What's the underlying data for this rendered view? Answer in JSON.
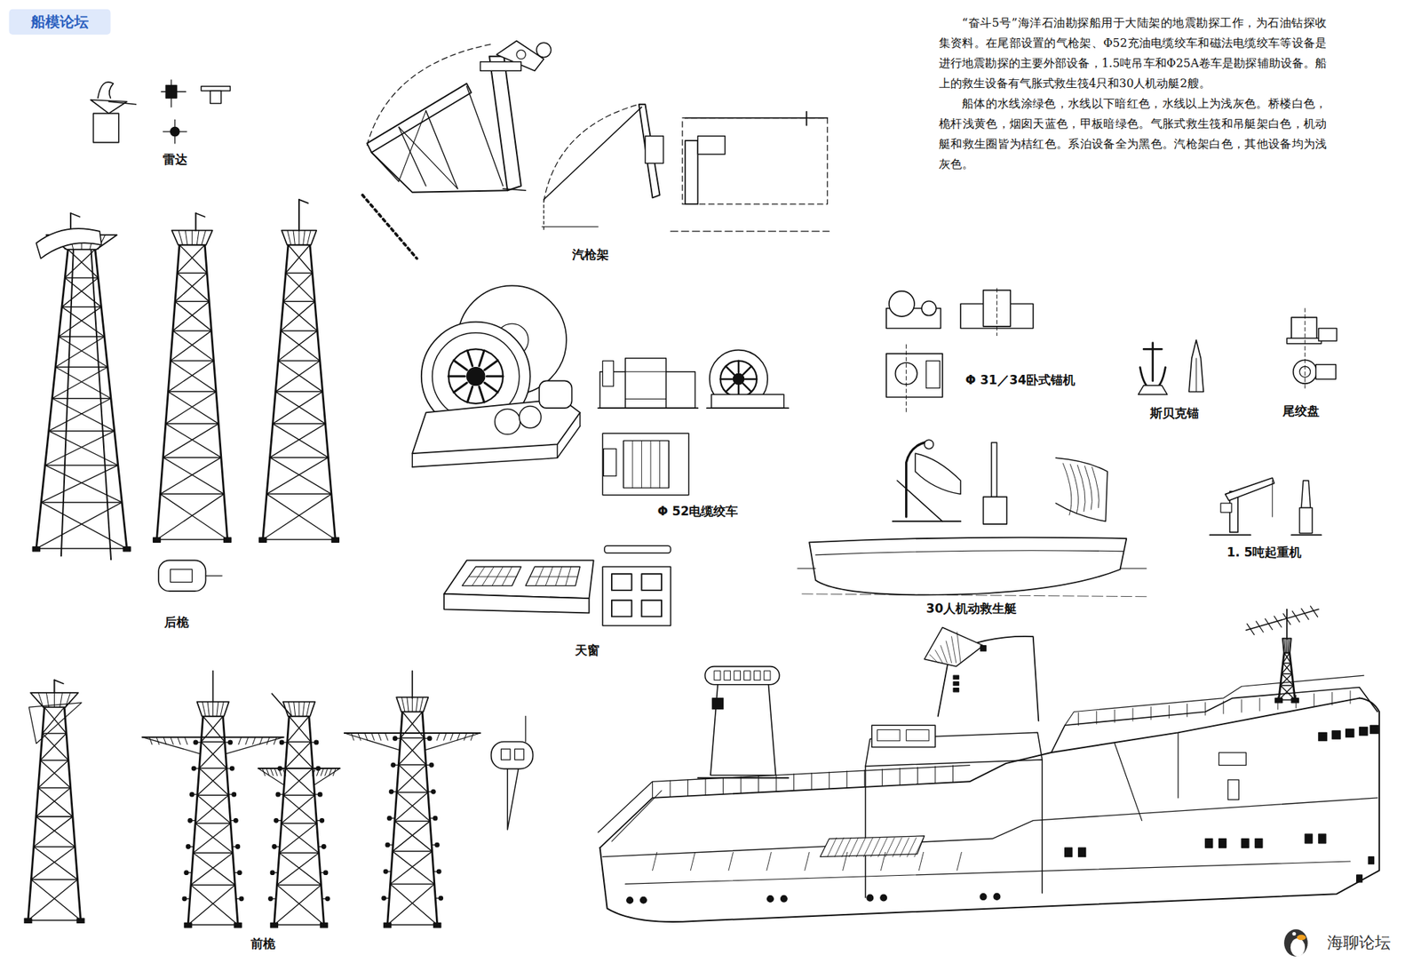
{
  "diagram": {
    "labels": [
      "船模论坛",
      "雷达",
      "汽枪架",
      "“奋斗5号”海洋石油勘探船用于大陆架的地震勘探工作，为石油钻探收集资料。在尾部设置的气枪架、Φ52充油电缆绞车和磁法电缆绞车等设备是进行地震勘探的主要外部设备，1.5吨吊车和Φ25A卷车是勘探辅助设备。船上的救生设备有气胀式救生筏4只和30人机动艇2艘。",
      "船体的水线涂绿色，水线以下暗红色，水线以上为浅灰色。桥楼白色，桅杆浅黄色，烟囱天蓝色，甲板暗绿色。气胀式救生筏和吊艇架白色，机动艇和救生圈皆为桔红色。系泊设备全为黑色。汽枪架白色，其他设备均为浅灰色。",
      "后桅",
      "Φ 52电缆绞车",
      "Φ 31／34卧式锚机",
      "斯贝克锚",
      "尾绞盘",
      "1. 5吨起重机",
      "30人机动救生艇",
      "天窗",
      "前桅",
      "海聊论坛"
    ]
  }
}
